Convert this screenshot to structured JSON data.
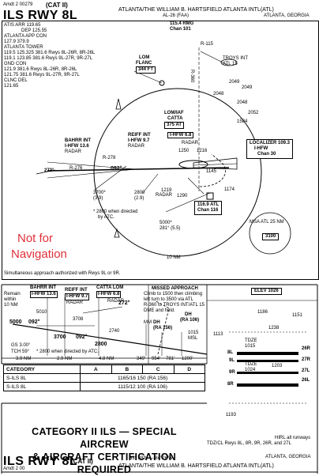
{
  "header": {
    "amdt_top": "Amdt 2 00279",
    "cat_top": "(CAT II)",
    "title_top": "ILS RWY 8L",
    "airport_top": "ATLANTA/THE WILLIAM B. HARTSFIELD ATLANTA INTL(ATL)",
    "city_top": "ATLANTA, GEORGIA",
    "faa_code": "AL-26 (FAA)"
  },
  "comms": [
    "ATIS ARR 119.65",
    "DEP 125.55",
    "ATLANTA APP CON",
    "127.9 379.9",
    "ATLANTA TOWER",
    "119.5 125.325 381.6 Rwys 8L-26R, 8R-26L",
    "119.1 123.85 381.6 Rwys 9L-27R, 9R-27L",
    "GND CON",
    "121.9 381.6 Rwys 8L-26R, 8R-26L",
    "121.75 381.6 Rwys 9L-27R, 9R-27L",
    "CLNC DEL",
    "121.65"
  ],
  "plan": {
    "rmg": "115.4 RMG",
    "rmg_chan": "Chan 101",
    "r115": "R-115",
    "lom_flanc": "LOM",
    "flanc": "FLANC",
    "flanc_alt": "344 FT",
    "troys": "TROYS INT",
    "troys_atl": "ATL 15",
    "r360": "R-360",
    "lomiaf": "LOM/IAF",
    "catta": "CATTA",
    "catta_freq": "375 AT",
    "ihfw": "I-HFW 6.8",
    "radar_catta": "RADAR",
    "bahrr": "BAHRR INT",
    "bahrr_dme": "I-HFW 13.6",
    "bahrr_radar": "RADAR",
    "reiff": "REIFF INT",
    "reiff_dme": "I-HFW 9.7",
    "reiff_radar": "RADAR",
    "r276": "R-276",
    "r278": "R-278",
    "crs": "092°",
    "hdg272": "272°",
    "alt3700": "3700*",
    "alt3700_nm": "(3.9)",
    "alt2800": "2800",
    "alt2800_nm": "(2.9)",
    "radar_low": "RADAR",
    "note2800": "* 2800 when directed",
    "note2800b": "by ATC.",
    "loc": "LOCALIZER 109.3",
    "loc_id": "I-HFW",
    "loc_chan": "Chan 30",
    "atl_vor": "116.9 ATL",
    "atl_chan": "Chan 116",
    "alt5000": "5000*",
    "alt5000_radial": "281° (5.5)",
    "msa": "MSA ATL 25 NM",
    "msa_alt": "3100",
    "ten_nm": "10 NM",
    "not_nav": [
      "Not for",
      "Navigation"
    ],
    "elevs": [
      "2049",
      "2049",
      "2048",
      "2048",
      "2052",
      "1584",
      "1250",
      "1216",
      "1145",
      "1174",
      "1219",
      "1290"
    ],
    "simul": "Simultaneous approach authorized with Rwys 9L or 9R."
  },
  "profile": {
    "bahrr": "BAHRR INT",
    "bahrr_dme": "I-HFW 13.6",
    "reiff": "REIFF INT",
    "reiff_dme": "I-HFW 9.7",
    "catta": "CATTA LOM",
    "catta_dme": "I-HFW 6.8",
    "radar1": "RADAR",
    "radar2": "RADAR",
    "remain1": "Remain",
    "remain2": "within",
    "remain3": "10 NM",
    "hdg272": "272°",
    "alt5010": "5010",
    "alt5000": "5000",
    "crs092a": "092°",
    "crs092b": "092°",
    "alt3708": "3708",
    "alt3700": "3700",
    "alt2800": "2800",
    "alt2740": "2740",
    "gs": "GS 3.00°",
    "tch": "TCH 59°",
    "note": "* 2800 when directed by ATC.",
    "dist": [
      "3.9 NM",
      "2.9 NM",
      "4.8 NM",
      "349'",
      "954'",
      "781'",
      "1200'"
    ],
    "missed_title": "MISSED APPROACH",
    "missed": [
      "Climb to 1500 then climbing",
      "left turn to 3500 via ATL",
      "R-360 to TROYS INT/ATL 15",
      "DME and hold."
    ],
    "mm": "MM",
    "dh1": "DH",
    "dh1v": "(RA 156)",
    "dh2": "DH",
    "dh2v": "(RA 106)",
    "alt1015": "1015",
    "msl": "MSL"
  },
  "mins": {
    "headers": [
      "CATEGORY",
      "A",
      "B",
      "C",
      "D"
    ],
    "rows": [
      {
        "label": "S-ILS 8L",
        "value": "1165/16 150 (RA 156)"
      },
      {
        "label": "S-ILS 8L",
        "value": "1115/12 100 (RA 106)"
      }
    ]
  },
  "cat_notice": [
    "CATEGORY II ILS — SPECIAL AIRCREW",
    "& AIRCRAFT CERTIFICATION REQUIRED"
  ],
  "airport": {
    "elev": "ELEV 1026",
    "tdze1": "TDZE",
    "tdze1v": "1015",
    "tdze2": "TDZE",
    "tdze2v": "1024",
    "rwy8l": "8L",
    "rwy26r": "26R",
    "rwy8r": "8R",
    "rwy26l": "26L",
    "rwy9l": "9L",
    "rwy27r": "27R",
    "rwy9r": "9R",
    "rwy27l": "27L",
    "elevs": [
      "1186",
      "1151",
      "1238",
      "1203",
      "1193",
      "1113"
    ],
    "lights": [
      "HIRL all runways",
      "TDZ/CL Rwys 8L, 8R, 9R, 26R, and 27L"
    ]
  },
  "footer": {
    "amdt": "Amdt 2 00",
    "title": "ILS RWY 8L",
    "cat": "(CAT II)",
    "coords": "33° 38'N — 84°26'W",
    "airport": "ATLANTA/THE WILLIAM B. HARTSFIELD ATLANTA INTL(ATL)",
    "city": "ATLANTA, GEORGIA"
  }
}
